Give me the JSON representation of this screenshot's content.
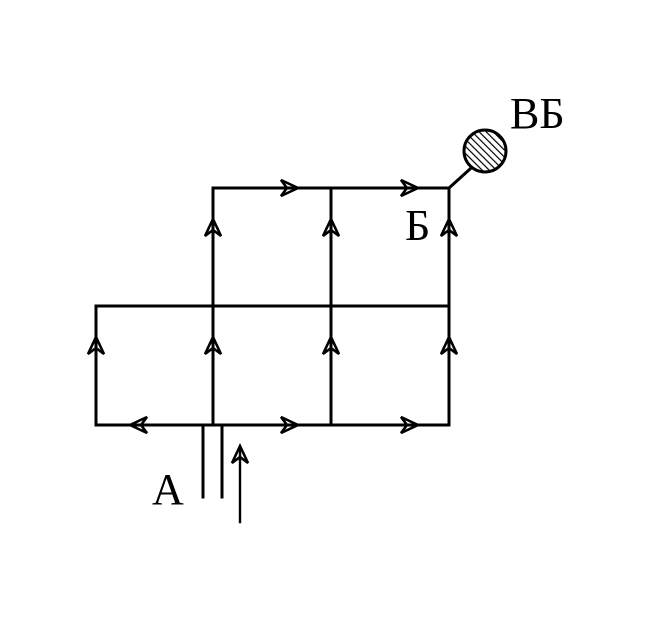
{
  "labels": {
    "entry": "А",
    "node": "Б",
    "tower": "ВБ"
  },
  "icons": {
    "tower": "hatched-circle-water-tower-icon",
    "flow": "arrowhead-icon"
  },
  "colors": {
    "line": "#000000",
    "background": "#ffffff"
  }
}
